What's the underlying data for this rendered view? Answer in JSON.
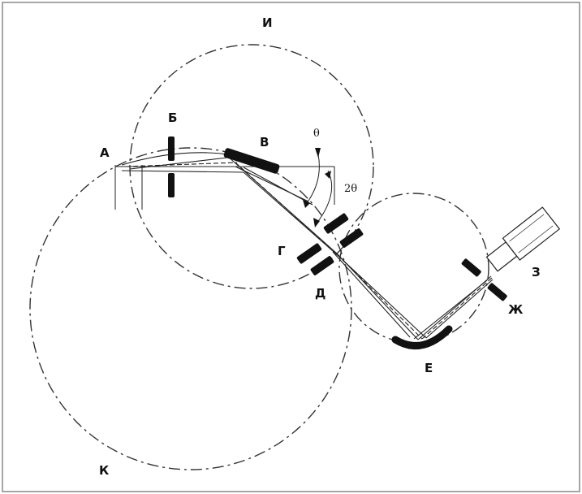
{
  "labels": {
    "A": "А",
    "B": "Б",
    "V": "В",
    "G": "Г",
    "D": "Д",
    "E": "Е",
    "ZH": "Ж",
    "Z": "З",
    "I": "И",
    "K": "К",
    "theta": "θ",
    "two_theta": "2θ"
  },
  "colors": {
    "line": "#222222",
    "element": "#111111",
    "background": "#ffffff",
    "frame": "#888888"
  }
}
